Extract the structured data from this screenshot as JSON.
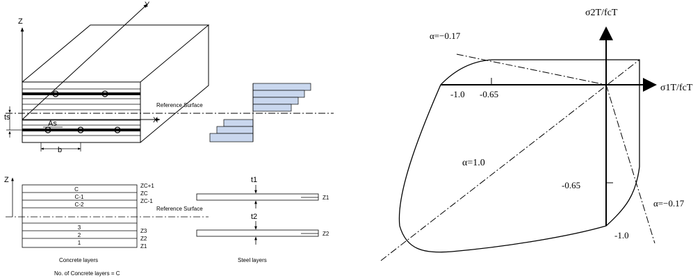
{
  "layered_model": {
    "axis_z": "Z",
    "axis_y": "Y",
    "axis_x": "X",
    "reference_surface": "Reference Surface",
    "thickness_label": "ts",
    "steel_area_label": "As",
    "spacing_label": "b",
    "layer_axis_z": "Z",
    "concrete_layer_labels": [
      "C",
      "C-1",
      "C-2",
      "3",
      "2",
      "1"
    ],
    "concrete_z_labels": [
      "ZC+1",
      "ZC",
      "ZC-1",
      "Z3",
      "Z2",
      "Z1"
    ],
    "steel_t_labels": [
      "t1",
      "t2"
    ],
    "steel_z_labels": [
      "Z1",
      "Z2"
    ],
    "concrete_layers_caption": "Concrete layers",
    "steel_layers_caption": "Steel layers",
    "layer_count_note": "No. of Concrete layers = C"
  },
  "failure_envelope": {
    "y_axis_label": "σ2T/fcT",
    "x_axis_label": "σ1T/fcT",
    "alpha_upper": "α=−0.17",
    "alpha_diag": "α=1.0",
    "alpha_right": "α=−0.17",
    "tick_x_1": "-1.0",
    "tick_x_2": "-0.65",
    "tick_y_1": "-0.65",
    "tick_y_2": "-1.0"
  }
}
